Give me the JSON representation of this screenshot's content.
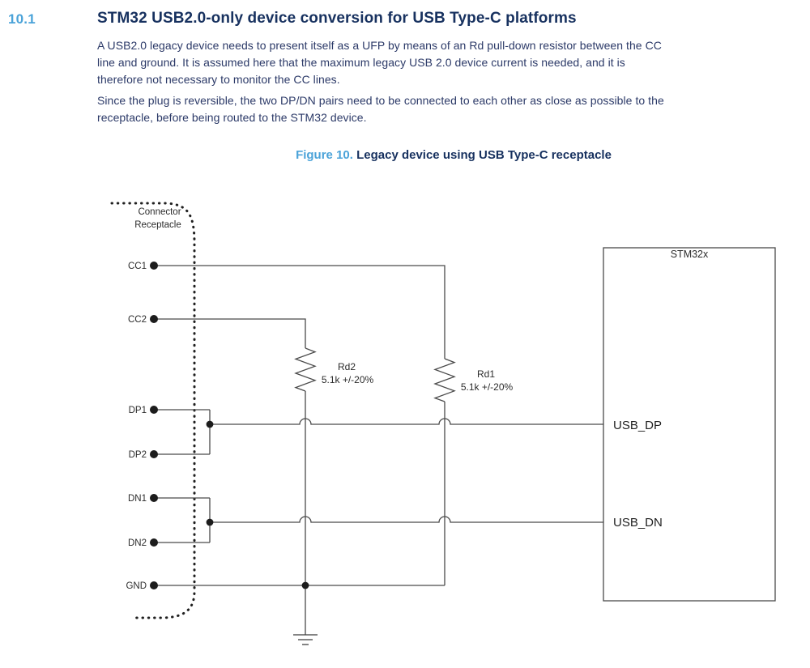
{
  "colors": {
    "accent_blue": "#4ba3d9",
    "heading_navy": "#17315f",
    "body_navy": "#2c3a68",
    "wire_gray": "#4a4a4a"
  },
  "section": {
    "number": "10.1",
    "title": "STM32 USB2.0-only device conversion for USB Type-C platforms",
    "paragraphs": [
      {
        "lines": [
          "A USB2.0 legacy device needs to present itself as a UFP by means of an Rd pull-down resistor between the CC",
          "line and ground. It is assumed here that the maximum legacy USB 2.0 device current is needed, and it is",
          "therefore not necessary to monitor the CC lines."
        ]
      },
      {
        "lines": [
          "Since the plug is reversible, the two DP/DN pairs need to be connected to each other as close as possible to the",
          "receptacle, before being routed to the STM32 device."
        ]
      }
    ]
  },
  "figure": {
    "caption_prefix": "Figure 10.",
    "caption_text": " Legacy device using USB Type-C receptacle"
  },
  "diagram": {
    "connector": {
      "line1": "Connector",
      "line2": "Receptacle"
    },
    "pins": [
      "CC1",
      "CC2",
      "DP1",
      "DP2",
      "DN1",
      "DN2",
      "GND"
    ],
    "resistors": [
      {
        "name": "Rd2",
        "value": "5.1k +/-20%"
      },
      {
        "name": "Rd1",
        "value": "5.1k +/-20%"
      }
    ],
    "chip": {
      "label": "STM32x",
      "port_dp": "USB_DP",
      "port_dn": "USB_DN"
    }
  }
}
